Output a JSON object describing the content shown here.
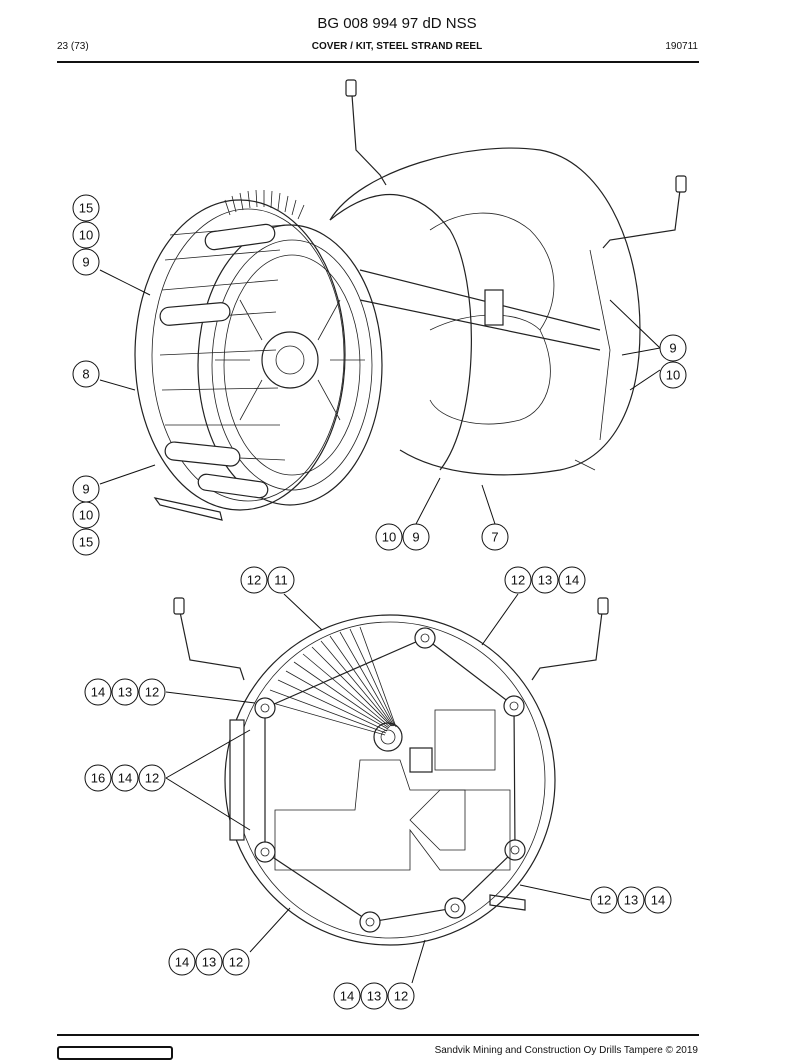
{
  "header": {
    "doc_id": "BG 008 994 97 dD NSS",
    "page": "23 (73)",
    "title": "COVER / KIT, STEEL STRAND REEL",
    "date_code": "190711"
  },
  "footer": {
    "copyright": "Sandvik Mining and Construction Oy Drills Tampere © 2019"
  },
  "callouts": {
    "c15a": "15",
    "c10a": "10",
    "c9a": "9",
    "c8": "8",
    "c9b": "9",
    "c10b": "10",
    "c15b": "15",
    "c10c": "10",
    "c9c": "9",
    "c7": "7",
    "c9d": "9",
    "c10d": "10",
    "c12a": "12",
    "c11": "11",
    "c12b": "12",
    "c13b": "13",
    "c14b": "14",
    "c14c": "14",
    "c13c": "13",
    "c12c": "12",
    "c16": "16",
    "c14d": "14",
    "c12d": "12",
    "c12e": "12",
    "c13e": "13",
    "c14e": "14",
    "c14f": "14",
    "c13f": "13",
    "c12f": "12",
    "c14g": "14",
    "c13g": "13",
    "c12g": "12"
  }
}
